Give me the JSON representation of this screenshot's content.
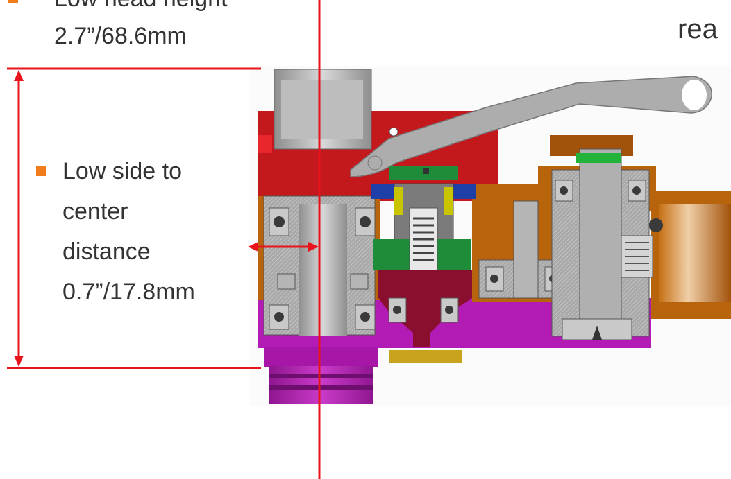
{
  "bullets": {
    "head_height_title": "Low head height",
    "head_height_value": "2.7”/68.6mm",
    "side_distance": [
      "Low side to",
      "center",
      "distance",
      "0.7”/17.8mm"
    ]
  },
  "corner_text": "rea",
  "colors": {
    "bullet": "#f07c1c",
    "dimension_line": "#e8141c",
    "red_body": "#c3181c",
    "orange_body": "#b8640c",
    "magenta_body": "#b21cb4",
    "green_part": "#1f8c3a",
    "crimson_part": "#8a0f2e",
    "gray_steel": "#a9a9a9"
  }
}
